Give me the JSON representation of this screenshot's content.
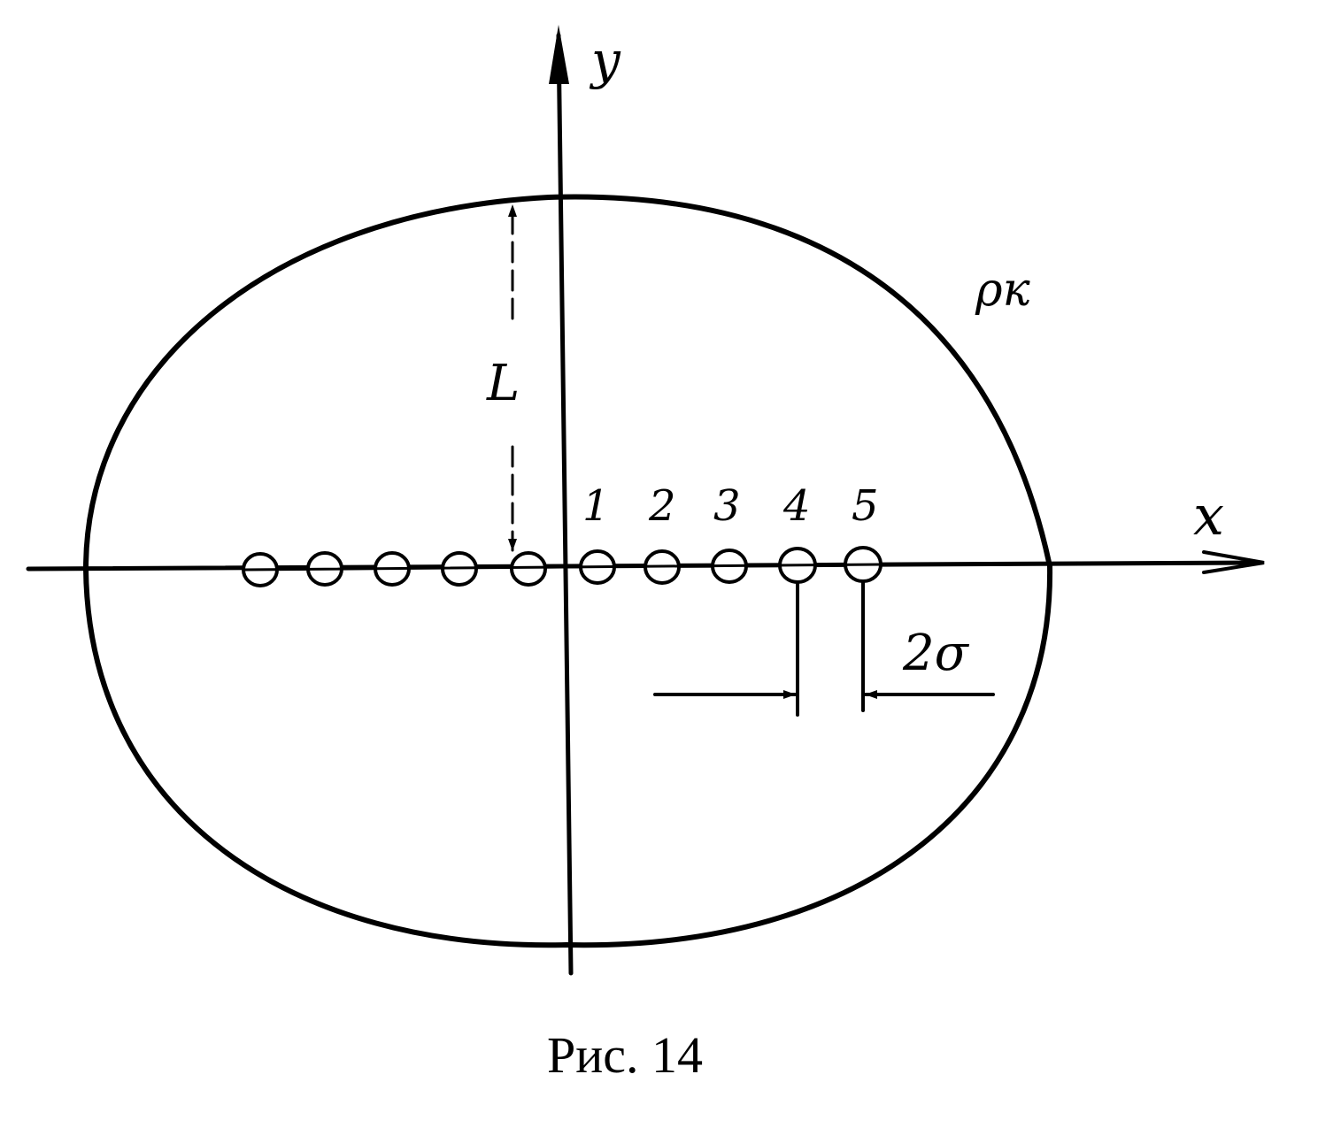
{
  "figure": {
    "axis_x_label": "x",
    "axis_y_label": "y",
    "boundary_label": "ρк",
    "dimension_L_label": "L",
    "spacing_label": "2σ",
    "well_numbers": [
      "1",
      "2",
      "3",
      "4",
      "5"
    ],
    "caption": "Рис. 14",
    "ink_color": "#000000",
    "background_color": "#ffffff"
  }
}
